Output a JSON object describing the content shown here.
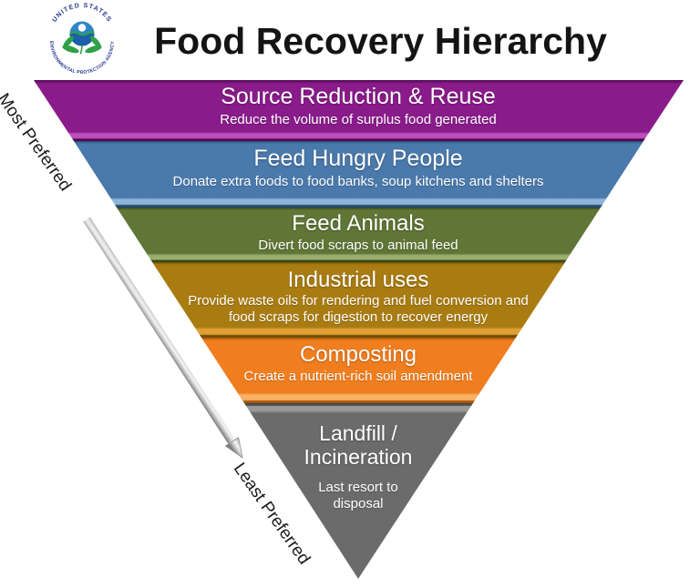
{
  "header": {
    "title": "Food Recovery Hierarchy"
  },
  "logo": {
    "arc_top": "UNITED STATES",
    "arc_bottom": "ENVIRONMENTAL PROTECTION AGENCY"
  },
  "axis": {
    "most": "Most Preferred",
    "least": "Least Preferred"
  },
  "bands": [
    {
      "id": "source-reduction-reuse",
      "title": "Source Reduction & Reuse",
      "subtitle": "Reduce the volume of surplus food generated",
      "color": "#8A1B8B",
      "highlight": "#BC4FBC",
      "shadow": "#4E074E"
    },
    {
      "id": "feed-hungry-people",
      "title": "Feed Hungry People",
      "subtitle": "Donate extra foods to food banks, soup kitchens and shelters",
      "color": "#4A79AB",
      "highlight": "#8FB4D9",
      "shadow": "#24496E"
    },
    {
      "id": "feed-animals",
      "title": "Feed Animals",
      "subtitle": "Divert food scraps to animal feed",
      "color": "#5F7636",
      "highlight": "#9BB06F",
      "shadow": "#36481C"
    },
    {
      "id": "industrial-uses",
      "title": "Industrial uses",
      "subtitle": "Provide waste oils for rendering and fuel conversion and food scraps for digestion to recover energy",
      "color": "#A97C12",
      "highlight": "#E09F35",
      "shadow": "#6E4F06"
    },
    {
      "id": "composting",
      "title": "Composting",
      "subtitle": "Create a nutrient-rich soil amendment",
      "color": "#F07E1F",
      "highlight": "#F8B268",
      "shadow": "#A85207"
    },
    {
      "id": "landfill-incineration",
      "title": "Landfill / Incineration",
      "subtitle": "Last resort to disposal",
      "color": "#6B6B6B",
      "highlight": "#9A9A9A",
      "shadow": "#4A4A4A"
    }
  ]
}
